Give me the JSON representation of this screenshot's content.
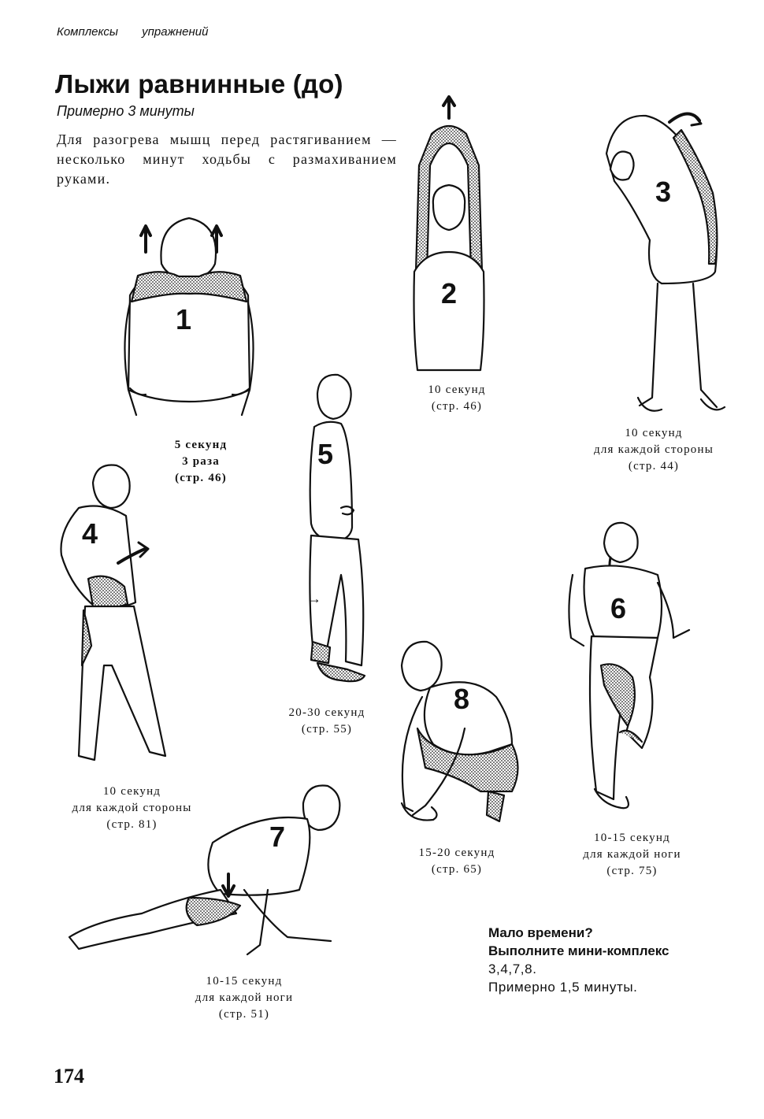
{
  "header": {
    "running_head": "Комплексы упражнений"
  },
  "title": "Лыжи равнинные (до)",
  "subtitle": "Примерно 3 минуты",
  "intro": "Для разогрева мышц перед растягиванием — несколько минут ходьбы с размахиванием руками.",
  "exercises": [
    {
      "number": "1",
      "caption": "5 секунд\n3 раза\n(стр. 46)"
    },
    {
      "number": "2",
      "caption": "10 секунд\n(стр. 46)"
    },
    {
      "number": "3",
      "caption": "10 секунд\nдля каждой стороны\n(стр. 44)"
    },
    {
      "number": "4",
      "caption": "10 секунд\nдля каждой стороны\n(стр. 81)"
    },
    {
      "number": "5",
      "caption": "20-30 секунд\n(стр. 55)"
    },
    {
      "number": "6",
      "caption": "10-15 секунд\nдля каждой ноги\n(стр. 75)"
    },
    {
      "number": "7",
      "caption": "10-15 секунд\nдля каждой ноги\n(стр. 51)"
    },
    {
      "number": "8",
      "caption": "15-20 секунд\n(стр. 65)"
    }
  ],
  "mini": {
    "line1": "Мало времени?",
    "line2": "Выполните мини-комплекс",
    "line3": "3,4,7,8.",
    "line4": "Примерно 1,5 минуты."
  },
  "page_number": "174"
}
